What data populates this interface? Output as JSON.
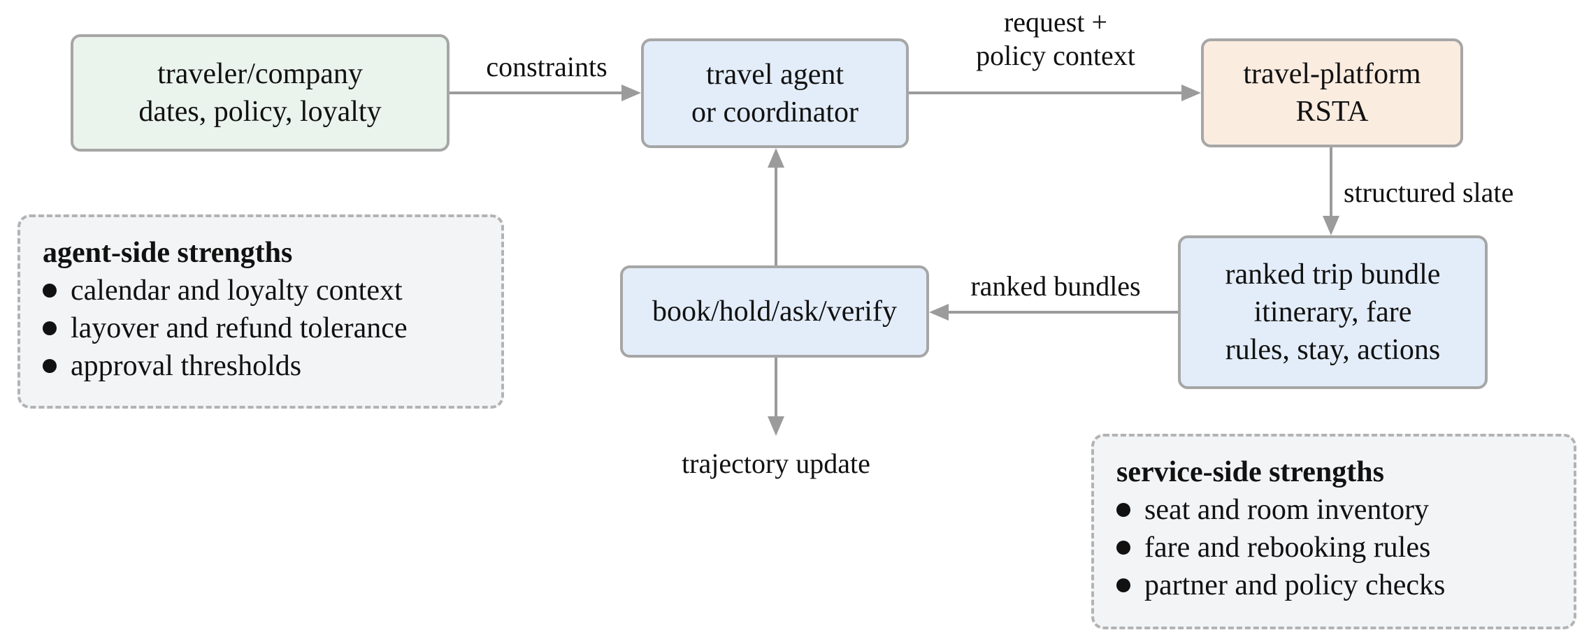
{
  "nodes": {
    "traveler": {
      "lines": [
        "traveler/company",
        "dates, policy, loyalty"
      ]
    },
    "agent": {
      "lines": [
        "travel agent",
        "or coordinator"
      ]
    },
    "platform": {
      "lines": [
        "travel-platform",
        "RSTA"
      ]
    },
    "bundle": {
      "lines": [
        "ranked trip bundle",
        "itinerary, fare",
        "rules, stay, actions"
      ]
    },
    "action": {
      "lines": [
        "book/hold/ask/verify"
      ]
    }
  },
  "edge_labels": {
    "constraints": "constraints",
    "request_line1": "request +",
    "request_line2": "policy context",
    "slate": "structured slate",
    "bundles": "ranked bundles",
    "trajectory": "trajectory update"
  },
  "panels": {
    "agent_side": {
      "title": "agent-side strengths",
      "items": [
        "calendar and loyalty context",
        "layover and refund tolerance",
        "approval thresholds"
      ]
    },
    "service_side": {
      "title": "service-side strengths",
      "items": [
        "seat and room inventory",
        "fare and rebooking rules",
        "partner and policy checks"
      ]
    }
  },
  "colors": {
    "traveler_fill": "#eaf3ec",
    "agent_fill": "#e3edf9",
    "platform_fill": "#fbece0",
    "border": "#a6a6a6",
    "arrow": "#9b9b9b",
    "panel_fill": "#f3f4f6"
  }
}
